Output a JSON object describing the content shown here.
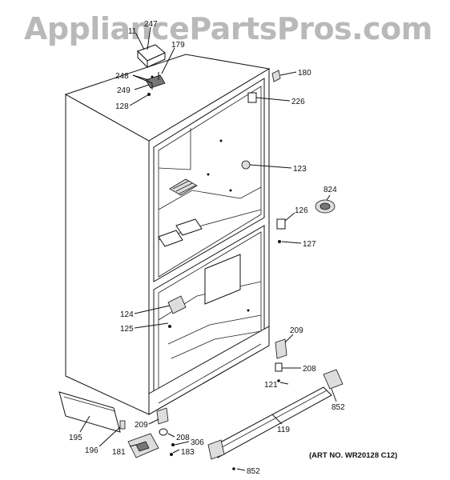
{
  "watermark": "AppliancePartsPros.com",
  "art_number": "(ART NO. WR20128 C12)",
  "callouts": [
    {
      "id": "c247",
      "label": "247"
    },
    {
      "id": "c11",
      "label": "11"
    },
    {
      "id": "c179",
      "label": "179"
    },
    {
      "id": "c248",
      "label": "248"
    },
    {
      "id": "c249",
      "label": "249"
    },
    {
      "id": "c128",
      "label": "128"
    },
    {
      "id": "c180",
      "label": "180"
    },
    {
      "id": "c226",
      "label": "226"
    },
    {
      "id": "c123",
      "label": "123"
    },
    {
      "id": "c824",
      "label": "824"
    },
    {
      "id": "c126",
      "label": "126"
    },
    {
      "id": "c127",
      "label": "127"
    },
    {
      "id": "c124",
      "label": "124"
    },
    {
      "id": "c125",
      "label": "125"
    },
    {
      "id": "c209r",
      "label": "209"
    },
    {
      "id": "c208r",
      "label": "208"
    },
    {
      "id": "c121",
      "label": "121"
    },
    {
      "id": "c852r",
      "label": "852"
    },
    {
      "id": "c195",
      "label": "195"
    },
    {
      "id": "c209l",
      "label": "209"
    },
    {
      "id": "c208l",
      "label": "208"
    },
    {
      "id": "c306",
      "label": "306"
    },
    {
      "id": "c196",
      "label": "196"
    },
    {
      "id": "c181",
      "label": "181"
    },
    {
      "id": "c183",
      "label": "183"
    },
    {
      "id": "c119",
      "label": "119"
    },
    {
      "id": "c852b",
      "label": "852"
    }
  ]
}
